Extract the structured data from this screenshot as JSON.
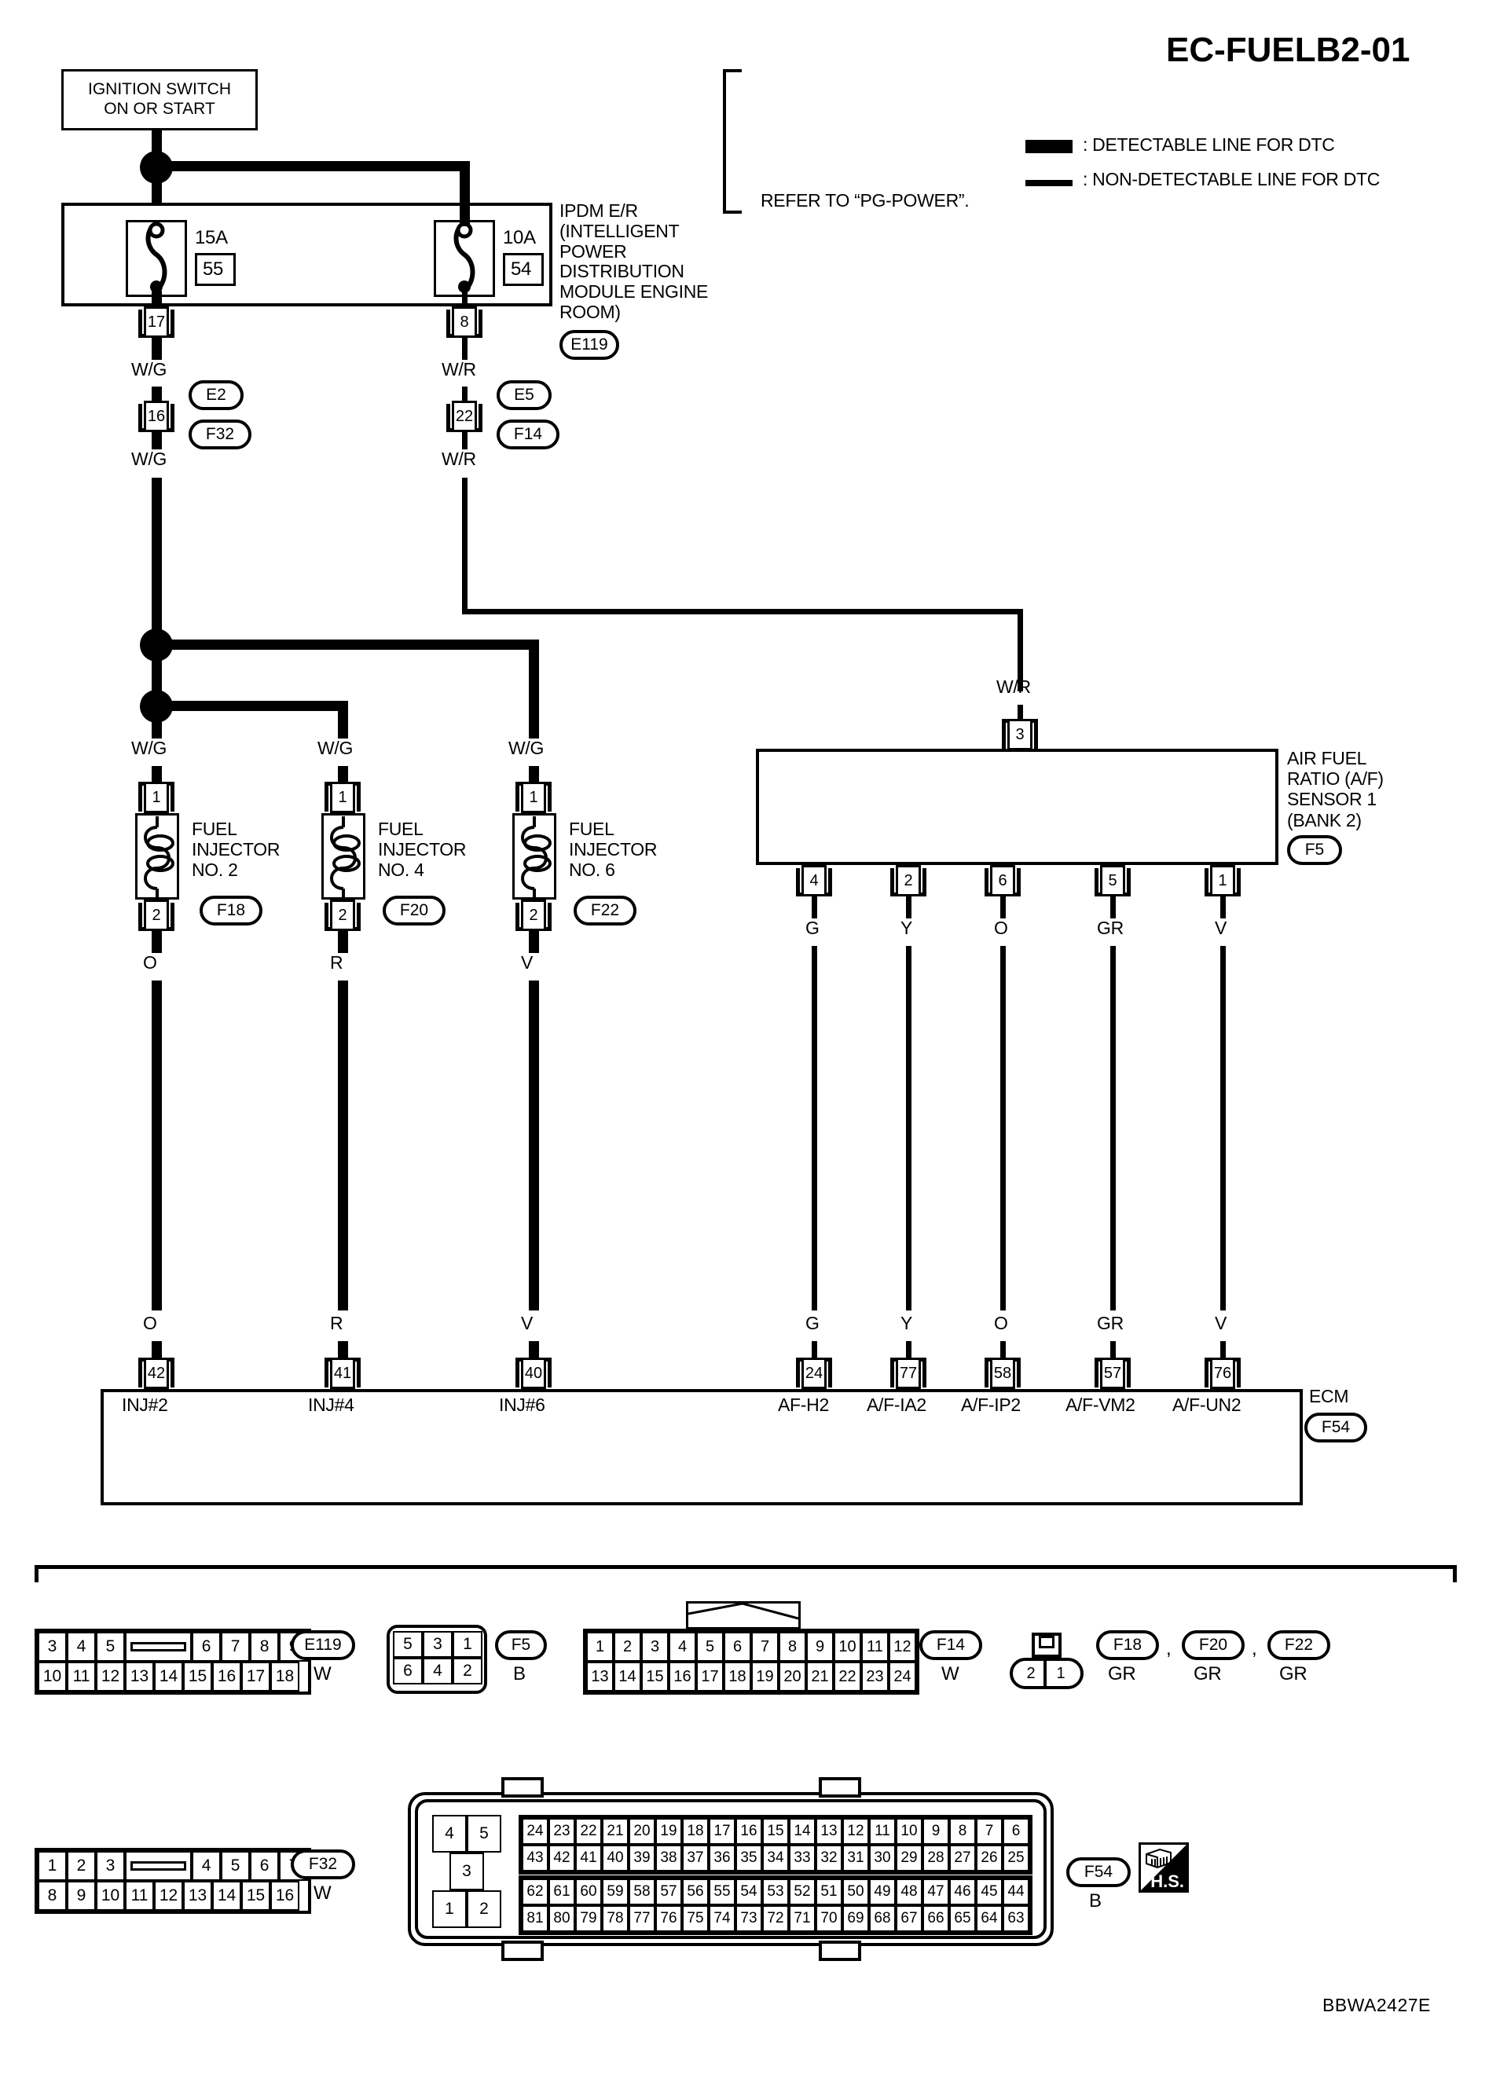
{
  "diagram": {
    "code": "EC-FUELB2-01",
    "footer_code": "BBWA2427E",
    "refer_note": "REFER TO “PG-POWER”.",
    "legend": [
      {
        "style": "thick",
        "label": ": DETECTABLE LINE FOR DTC"
      },
      {
        "style": "thin",
        "label": ": NON-DETECTABLE LINE FOR DTC"
      }
    ]
  },
  "ignition_switch": {
    "line1": "IGNITION SWITCH",
    "line2": "ON OR START"
  },
  "ipdm": {
    "name": "IPDM E/R\n(INTELLIGENT\nPOWER\nDISTRIBUTION\nMODULE ENGINE\nROOM)",
    "connector": "E119",
    "fuses": [
      {
        "rating": "15A",
        "number": "55",
        "out_pin": "17"
      },
      {
        "rating": "10A",
        "number": "54",
        "out_pin": "8"
      }
    ]
  },
  "wire_colors": {
    "wg_top": "W/G",
    "wr_top": "W/R",
    "wg_mid": "W/G",
    "wr_mid": "W/R",
    "wr_af": "W/R"
  },
  "inline_joints": [
    {
      "pin": "16",
      "upper_color": "W/G",
      "lower_color": "W/G",
      "c1": "E2",
      "c2": "F32"
    },
    {
      "pin": "22",
      "upper_color": "W/R",
      "lower_color": "W/R",
      "c1": "E5",
      "c2": "F14"
    }
  ],
  "injectors": [
    {
      "name": "FUEL\nINJECTOR\nNO. 2",
      "connector": "F18",
      "pin_top": "1",
      "pin_bot": "2",
      "wire_in": "W/G",
      "wire_out": "O",
      "ecm_pin": "42",
      "ecm_label": "INJ#2"
    },
    {
      "name": "FUEL\nINJECTOR\nNO. 4",
      "connector": "F20",
      "pin_top": "1",
      "pin_bot": "2",
      "wire_in": "W/G",
      "wire_out": "R",
      "ecm_pin": "41",
      "ecm_label": "INJ#4"
    },
    {
      "name": "FUEL\nINJECTOR\nNO. 6",
      "connector": "F22",
      "pin_top": "1",
      "pin_bot": "2",
      "wire_in": "W/G",
      "wire_out": "V",
      "ecm_pin": "40",
      "ecm_label": "INJ#6"
    }
  ],
  "af_sensor": {
    "name": "AIR FUEL\nRATIO (A/F)\nSENSOR 1\n(BANK 2)",
    "connector": "F5",
    "power_pin": "3",
    "power_color": "W/R",
    "signals": [
      {
        "pin": "4",
        "color": "G",
        "ecm_pin": "24",
        "ecm_label": "AF-H2"
      },
      {
        "pin": "2",
        "color": "Y",
        "ecm_pin": "77",
        "ecm_label": "A/F-IA2"
      },
      {
        "pin": "6",
        "color": "O",
        "ecm_pin": "58",
        "ecm_label": "A/F-IP2"
      },
      {
        "pin": "5",
        "color": "GR",
        "ecm_pin": "57",
        "ecm_label": "A/F-VM2"
      },
      {
        "pin": "1",
        "color": "V",
        "ecm_pin": "76",
        "ecm_label": "A/F-UN2"
      }
    ]
  },
  "ecm": {
    "label": "ECM",
    "connector": "F54"
  },
  "connector_views": {
    "e119": {
      "id": "E119",
      "color": "W",
      "row_top": [
        "3",
        "4",
        "5",
        "KEY",
        "6",
        "7",
        "8",
        "9"
      ],
      "row_bottom": [
        "10",
        "11",
        "12",
        "13",
        "14",
        "15",
        "16",
        "17",
        "18"
      ]
    },
    "f5": {
      "id": "F5",
      "color": "B",
      "row_top": [
        "5",
        "3",
        "1"
      ],
      "row_bottom": [
        "6",
        "4",
        "2"
      ]
    },
    "f14": {
      "id": "F14",
      "color": "W",
      "row_top": [
        "1",
        "2",
        "3",
        "4",
        "5",
        "6",
        "7",
        "8",
        "9",
        "10",
        "11",
        "12"
      ],
      "row_bottom": [
        "13",
        "14",
        "15",
        "16",
        "17",
        "18",
        "19",
        "20",
        "21",
        "22",
        "23",
        "24"
      ]
    },
    "injector_conn": {
      "ids": [
        "F18",
        "F20",
        "F22"
      ],
      "colors": [
        "GR",
        "GR",
        "GR"
      ],
      "separator": ",",
      "row": [
        "2",
        "1"
      ]
    },
    "f32": {
      "id": "F32",
      "color": "W",
      "row_top": [
        "1",
        "2",
        "3",
        "KEY",
        "4",
        "5",
        "6",
        "7"
      ],
      "row_bottom": [
        "8",
        "9",
        "10",
        "11",
        "12",
        "13",
        "14",
        "15",
        "16"
      ]
    },
    "f54": {
      "id": "F54",
      "color": "B",
      "small_top": [
        "4",
        "5"
      ],
      "small_mid": [
        "3"
      ],
      "small_bottom": [
        "1",
        "2"
      ],
      "upper_row1": [
        "24",
        "23",
        "22",
        "21",
        "20",
        "19",
        "18",
        "17",
        "16",
        "15",
        "14",
        "13",
        "12",
        "11",
        "10",
        "9",
        "8",
        "7",
        "6"
      ],
      "upper_row2": [
        "43",
        "42",
        "41",
        "40",
        "39",
        "38",
        "37",
        "36",
        "35",
        "34",
        "33",
        "32",
        "31",
        "30",
        "29",
        "28",
        "27",
        "26",
        "25"
      ],
      "lower_row1": [
        "62",
        "61",
        "60",
        "59",
        "58",
        "57",
        "56",
        "55",
        "54",
        "53",
        "52",
        "51",
        "50",
        "49",
        "48",
        "47",
        "46",
        "45",
        "44"
      ],
      "lower_row2": [
        "81",
        "80",
        "79",
        "78",
        "77",
        "76",
        "75",
        "74",
        "73",
        "72",
        "71",
        "70",
        "69",
        "68",
        "67",
        "66",
        "65",
        "64",
        "63"
      ],
      "hs_label": "H.S."
    }
  }
}
